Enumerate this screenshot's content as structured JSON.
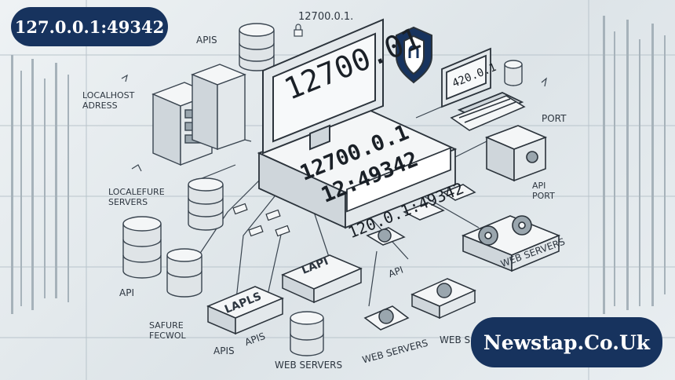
{
  "badges": {
    "top_left": "127.0.0.1:49342",
    "bottom_right": "Newstap.Co.Uk"
  },
  "screens": {
    "main_monitor": "12700.01",
    "device_line1": "12700.0.1",
    "device_line2": "12:49342",
    "device_front": "120.0.1:49342",
    "small_monitor": "420.0.1"
  },
  "labels": {
    "top_ip": "12700.0.1.",
    "apis_top": "APIS",
    "localhost_1": "LOCALHOST",
    "localhost_2": "ADRESS",
    "port": "PORT",
    "localefure_1": "LOCALEFURE",
    "localefure_2": "SERVERS",
    "api_port_1": "API",
    "api_port_2": "PORT",
    "api_left": "API",
    "api_mid": "API",
    "safure_1": "SAFURE",
    "safure_2": "FECWOL",
    "apis_bottom": "APIS",
    "apis_bottom2": "APIS",
    "web_servers_right": "WEB SERVERS",
    "web_servers_mid": "WEB SERVERS",
    "web_servers_bottom": "WEB SERVERS",
    "web_s_partial": "WEB S",
    "box_lapi": "LAPI",
    "box_lapl": "LAPLS"
  },
  "colors": {
    "badge_bg": "#17335e",
    "badge_text": "#ffffff",
    "line": "#3a4550",
    "device_light": "#f4f6f7",
    "device_mid": "#cfd6db"
  }
}
